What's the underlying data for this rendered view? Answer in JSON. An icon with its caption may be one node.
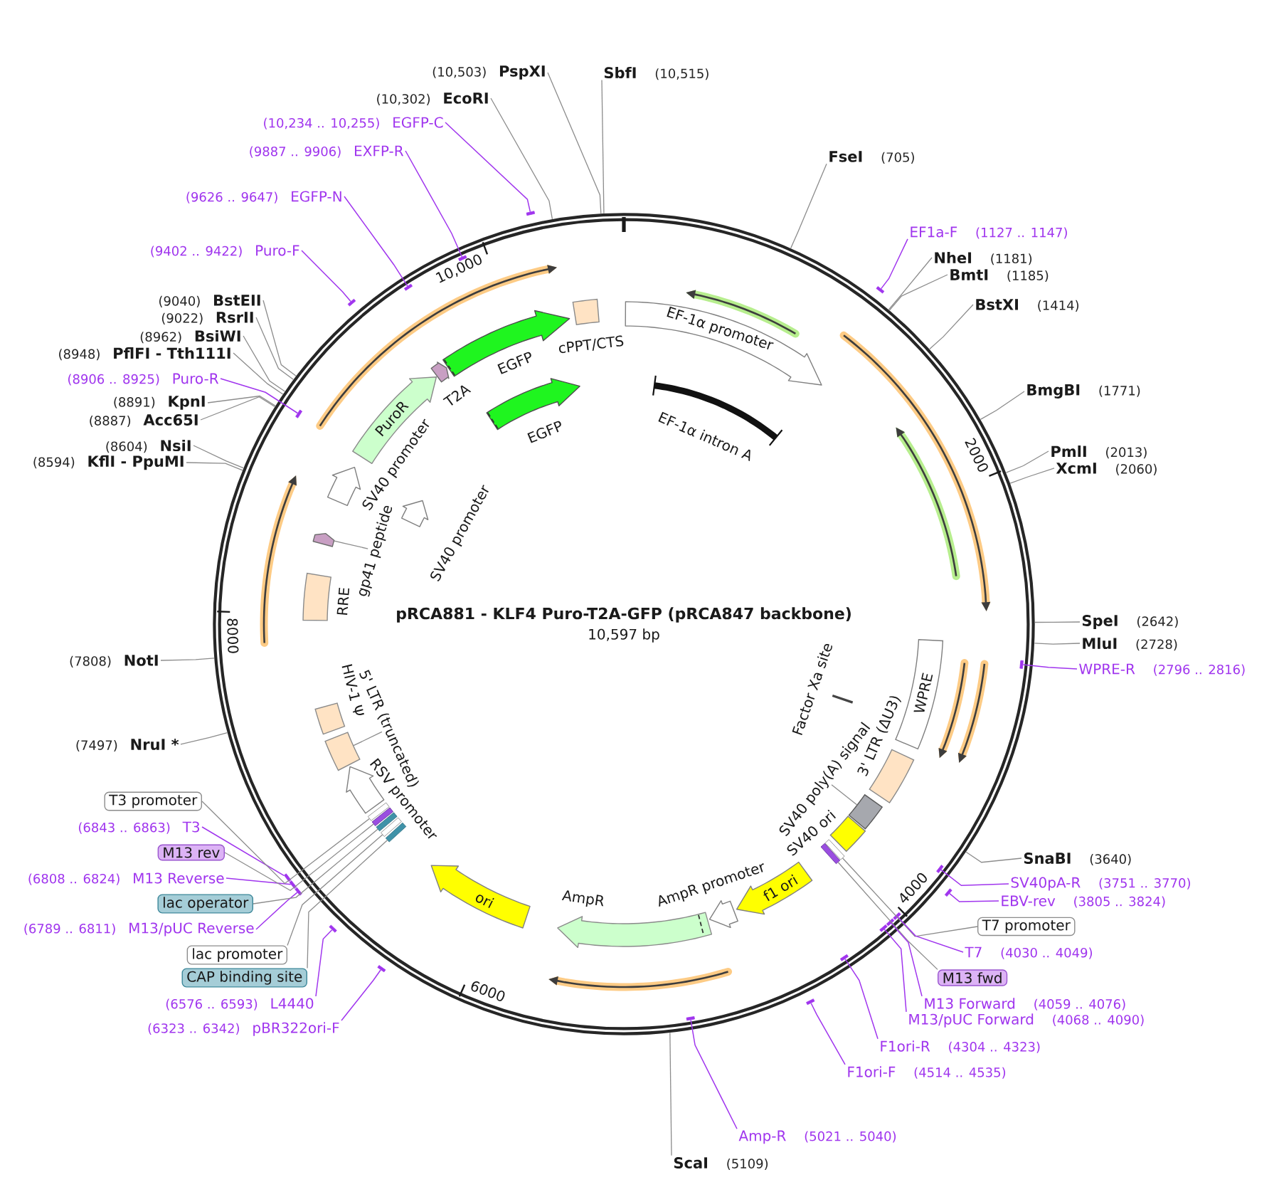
{
  "diagram": {
    "title": "pRCA881 - KLF4 Puro-T2A-GFP (pRCA847 backbone)",
    "nodes": [
      {
        "text": [
          "PspXI"
        ],
        "beside": [
          "(10,503)"
        ]
      },
      {
        "text": [
          "SbfI"
        ],
        "beside": [
          "(10,515)"
        ]
      },
      {
        "text": [
          "FseI"
        ],
        "beside": [
          "(705)"
        ]
      },
      {
        "text": [
          "EF1a-F"
        ],
        "beside": [
          "(1127 .. 1147)"
        ]
      },
      {
        "text": [
          "NheI"
        ],
        "beside": [
          "(1181)"
        ]
      },
      {
        "text": [
          "BmtI"
        ],
        "beside": [
          "(1185)"
        ]
      },
      {
        "text": [
          "BstXI"
        ],
        "beside": [
          "(1414)"
        ]
      },
      {
        "text": [
          "BmgBI"
        ],
        "beside": [
          "(1771)"
        ]
      },
      {
        "text": [
          "PmlI"
        ],
        "beside": [
          "(2013)"
        ]
      },
      {
        "text": [
          "XcmI"
        ],
        "beside": [
          "(2060)"
        ]
      },
      {
        "text": [
          "SpeI"
        ],
        "beside": [
          "(2642)"
        ]
      },
      {
        "text": [
          "MluI"
        ],
        "beside": [
          "(2728)"
        ]
      },
      {
        "text": [
          "WPRE-R"
        ],
        "beside": [
          "(2796 .. 2816)"
        ]
      },
      {
        "text": [
          "SnaBI"
        ],
        "beside": [
          "(3640)"
        ]
      },
      {
        "text": [
          "SV40pA-R"
        ],
        "beside": [
          "(3751 .. 3770)"
        ]
      },
      {
        "text": [
          "EBV-rev"
        ],
        "beside": [
          "(3805 .. 3824)"
        ]
      },
      {
        "text": [
          "T7 promoter"
        ]
      },
      {
        "text": [
          "T7"
        ],
        "beside": [
          "(4030 .. 4049)"
        ]
      },
      {
        "text": [
          "M13 fwd"
        ]
      },
      {
        "text": [
          "M13 Forward"
        ],
        "beside": [
          "(4059 .. 4076)"
        ]
      },
      {
        "text": [
          "M13/pUC Forward"
        ],
        "beside": [
          "(4068 .. 4090)"
        ]
      },
      {
        "text": [
          "F1ori-R"
        ],
        "beside": [
          "(4304 .. 4323)"
        ]
      },
      {
        "text": [
          "F1ori-F"
        ],
        "beside": [
          "(4514 .. 4535)"
        ]
      },
      {
        "text": [
          "Amp-R"
        ],
        "beside": [
          "(5021 .. 5040)"
        ]
      },
      {
        "text": [
          "ScaI"
        ],
        "beside": [
          "(5109)"
        ]
      },
      {
        "text": [
          "pBR322ori-F"
        ],
        "beside": [
          "(6323 .. 6342)"
        ]
      },
      {
        "text": [
          "L4440"
        ],
        "beside": [
          "(6576 .. 6593)"
        ]
      },
      {
        "text": [
          "CAP binding site"
        ]
      },
      {
        "text": [
          "lac promoter"
        ]
      },
      {
        "text": [
          "M13/pUC Reverse"
        ],
        "beside": [
          "(6789 .. 6811)"
        ]
      },
      {
        "text": [
          "lac operator"
        ]
      },
      {
        "text": [
          "M13 Reverse"
        ],
        "beside": [
          "(6808 .. 6824)"
        ]
      },
      {
        "text": [
          "M13 rev"
        ]
      },
      {
        "text": [
          "T3"
        ],
        "beside": [
          "(6843 .. 6863)"
        ]
      },
      {
        "text": [
          "T3 promoter"
        ]
      },
      {
        "text": [
          "NruI *"
        ],
        "beside": [
          "(7497)"
        ]
      },
      {
        "text": [
          "NotI"
        ],
        "beside": [
          "(7808)"
        ]
      },
      {
        "text": [
          "KflI - PpuMI"
        ],
        "beside": [
          "(8594)"
        ]
      },
      {
        "text": [
          "NsiI"
        ],
        "beside": [
          "(8604)"
        ]
      },
      {
        "text": [
          "Acc65I"
        ],
        "beside": [
          "(8887)"
        ]
      },
      {
        "text": [
          "KpnI"
        ],
        "beside": [
          "(8891)"
        ]
      },
      {
        "text": [
          "Puro-R"
        ],
        "beside": [
          "(8906 .. 8925)"
        ]
      },
      {
        "text": [
          "PflFI - Tth111I"
        ],
        "beside": [
          "(8948)"
        ]
      },
      {
        "text": [
          "BsiWI"
        ],
        "beside": [
          "(8962)"
        ]
      },
      {
        "text": [
          "RsrII"
        ],
        "beside": [
          "(9022)"
        ]
      },
      {
        "text": [
          "BstEII"
        ],
        "beside": [
          "(9040)"
        ]
      },
      {
        "text": [
          "Puro-F"
        ],
        "beside": [
          "(9402 .. 9422)"
        ]
      },
      {
        "text": [
          "EGFP-N"
        ],
        "beside": [
          "(9626 .. 9647)"
        ]
      },
      {
        "text": [
          "EXFP-R"
        ],
        "beside": [
          "(9887 .. 9906)"
        ]
      },
      {
        "text": [
          "EGFP-C"
        ],
        "beside": [
          "(10,234 .. 10,255)"
        ]
      },
      {
        "text": [
          "EcoRI"
        ],
        "beside": [
          "(10,302)"
        ]
      },
      {
        "text": [
          "EF-1α promoter"
        ]
      },
      {
        "text": [
          "EF-1α intron A"
        ]
      },
      {
        "text": [
          "Factor Xa site"
        ]
      },
      {
        "text": [
          "WPRE"
        ]
      },
      {
        "text": [
          "3' LTR (ΔU3)"
        ]
      },
      {
        "text": [
          "SV40 poly(A) signal"
        ]
      },
      {
        "text": [],
        "shape": "box"
      },
      {
        "text": [
          "SV40 ori"
        ]
      },
      {
        "text": [],
        "shape": "bar"
      },
      {
        "text": [],
        "shape": "bar"
      },
      {
        "text": [
          "f1 ori"
        ]
      },
      {
        "text": [
          "AmpR promoter"
        ]
      },
      {
        "text": [
          "AmpR"
        ]
      },
      {
        "text": [
          "ori"
        ]
      },
      {
        "text": [],
        "shape": "bar"
      },
      {
        "text": [],
        "shape": "bar"
      },
      {
        "text": [],
        "shape": "bar"
      },
      {
        "text": [],
        "shape": "bar"
      },
      {
        "text": [],
        "shape": "bar"
      },
      {
        "text": [
          "RSV promoter"
        ]
      },
      {
        "text": [
          "5' LTR (truncated)"
        ]
      },
      {
        "text": [],
        "shape": "box"
      },
      {
        "text": [
          "HIV-1 Ψ"
        ]
      },
      {
        "text": [
          "RRE"
        ]
      },
      {
        "text": [
          "gp41 peptide"
        ]
      },
      {
        "text": [],
        "shape": "arrow"
      },
      {
        "text": [
          "SV40 promoter"
        ]
      },
      {
        "text": [
          "SV40 promoter"
        ]
      },
      {
        "text": [
          "PuroR"
        ]
      },
      {
        "text": [
          "T2A"
        ]
      },
      {
        "text": [
          "EGFP"
        ]
      },
      {
        "text": [
          "EGFP"
        ]
      },
      {
        "text": [
          "cPPT/CTS"
        ]
      },
      {
        "text": [],
        "shape": "bar"
      },
      {
        "text": [],
        "shape": "bar"
      },
      {
        "text": [],
        "shape": "bar"
      },
      {
        "text": [],
        "shape": "bar"
      },
      {
        "text": [],
        "shape": "bar"
      },
      {
        "text": [],
        "shape": "bar"
      },
      {
        "text": [],
        "shape": "bar"
      },
      {
        "text": [],
        "shape": "bar"
      },
      {
        "text": [],
        "shape": "bar"
      },
      {
        "text": [],
        "shape": "bar"
      },
      {
        "text": [],
        "shape": "bar"
      },
      {
        "text": [],
        "shape": "bar"
      },
      {
        "text": [],
        "shape": "bar"
      },
      {
        "text": [],
        "shape": "bar"
      },
      {
        "text": [],
        "shape": "bar"
      },
      {
        "text": [],
        "shape": "bar"
      },
      {
        "text": [],
        "shape": "bar"
      },
      {
        "text": [],
        "shape": "bar"
      },
      {
        "text": [],
        "shape": "bar"
      },
      {
        "text": [],
        "shape": "bar"
      }
    ],
    "edges": [
      {
        "from": 0,
        "to": null,
        "arrow": "none"
      },
      {
        "from": 1,
        "to": null,
        "arrow": "none"
      },
      {
        "from": 2,
        "to": null,
        "arrow": "none"
      },
      {
        "from": 3,
        "to": 84,
        "arrow": "none",
        "color": "#a035ee"
      },
      {
        "from": 4,
        "to": null,
        "arrow": "none"
      },
      {
        "from": 5,
        "to": null,
        "arrow": "none"
      },
      {
        "from": 6,
        "to": null,
        "arrow": "none"
      },
      {
        "from": 7,
        "to": null,
        "arrow": "none"
      },
      {
        "from": 8,
        "to": null,
        "arrow": "none"
      },
      {
        "from": 9,
        "to": null,
        "arrow": "none"
      },
      {
        "from": 10,
        "to": null,
        "arrow": "none"
      },
      {
        "from": 11,
        "to": null,
        "arrow": "none"
      },
      {
        "from": 12,
        "to": 85,
        "arrow": "none",
        "color": "#a035ee"
      },
      {
        "from": 13,
        "to": null,
        "arrow": "none"
      },
      {
        "from": 14,
        "to": 86,
        "arrow": "none",
        "color": "#a035ee"
      },
      {
        "from": 15,
        "to": 87,
        "arrow": "none",
        "color": "#a035ee"
      },
      {
        "from": 16,
        "to": 59,
        "arrow": "none"
      },
      {
        "from": 17,
        "to": 88,
        "arrow": "none",
        "color": "#a035ee"
      },
      {
        "from": 18,
        "to": 60,
        "arrow": "none"
      },
      {
        "from": 19,
        "to": 89,
        "arrow": "none",
        "color": "#a035ee"
      },
      {
        "from": 20,
        "to": 90,
        "arrow": "none",
        "color": "#a035ee"
      },
      {
        "from": 21,
        "to": 91,
        "arrow": "none",
        "color": "#a035ee"
      },
      {
        "from": 22,
        "to": 92,
        "arrow": "none",
        "color": "#a035ee"
      },
      {
        "from": 23,
        "to": 93,
        "arrow": "none",
        "color": "#a035ee"
      },
      {
        "from": 24,
        "to": null,
        "arrow": "none"
      },
      {
        "from": 25,
        "to": 94,
        "arrow": "none",
        "color": "#a035ee"
      },
      {
        "from": 26,
        "to": 95,
        "arrow": "none",
        "color": "#a035ee"
      },
      {
        "from": 27,
        "to": 65,
        "arrow": "none"
      },
      {
        "from": 28,
        "to": 66,
        "arrow": "none"
      },
      {
        "from": 29,
        "to": 96,
        "arrow": "none",
        "color": "#a035ee"
      },
      {
        "from": 30,
        "to": 67,
        "arrow": "none"
      },
      {
        "from": 31,
        "to": 97,
        "arrow": "none",
        "color": "#a035ee"
      },
      {
        "from": 32,
        "to": 68,
        "arrow": "none"
      },
      {
        "from": 33,
        "to": 98,
        "arrow": "none",
        "color": "#a035ee"
      },
      {
        "from": 34,
        "to": 69,
        "arrow": "none"
      },
      {
        "from": 35,
        "to": null,
        "arrow": "none"
      },
      {
        "from": 36,
        "to": null,
        "arrow": "none"
      },
      {
        "from": 37,
        "to": null,
        "arrow": "none"
      },
      {
        "from": 38,
        "to": null,
        "arrow": "none"
      },
      {
        "from": 39,
        "to": null,
        "arrow": "none"
      },
      {
        "from": 40,
        "to": null,
        "arrow": "none"
      },
      {
        "from": 41,
        "to": 99,
        "arrow": "none",
        "color": "#a035ee"
      },
      {
        "from": 42,
        "to": null,
        "arrow": "none"
      },
      {
        "from": 43,
        "to": null,
        "arrow": "none"
      },
      {
        "from": 44,
        "to": null,
        "arrow": "none"
      },
      {
        "from": 45,
        "to": null,
        "arrow": "none"
      },
      {
        "from": 46,
        "to": 100,
        "arrow": "none",
        "color": "#a035ee"
      },
      {
        "from": 47,
        "to": 101,
        "arrow": "none",
        "color": "#a035ee"
      },
      {
        "from": 48,
        "to": 102,
        "arrow": "none",
        "color": "#a035ee"
      },
      {
        "from": 49,
        "to": 103,
        "arrow": "none",
        "color": "#a035ee"
      },
      {
        "from": 50,
        "to": null,
        "arrow": "none"
      },
      {
        "from": 56,
        "to": 57,
        "arrow": "none"
      },
      {
        "from": 71,
        "to": 72,
        "arrow": "none"
      },
      {
        "from": 75,
        "to": 76,
        "arrow": "none"
      }
    ],
    "labels": [
      "10,597 bp",
      "2000",
      "4000",
      "6000",
      "8000",
      "10,000"
    ]
  }
}
